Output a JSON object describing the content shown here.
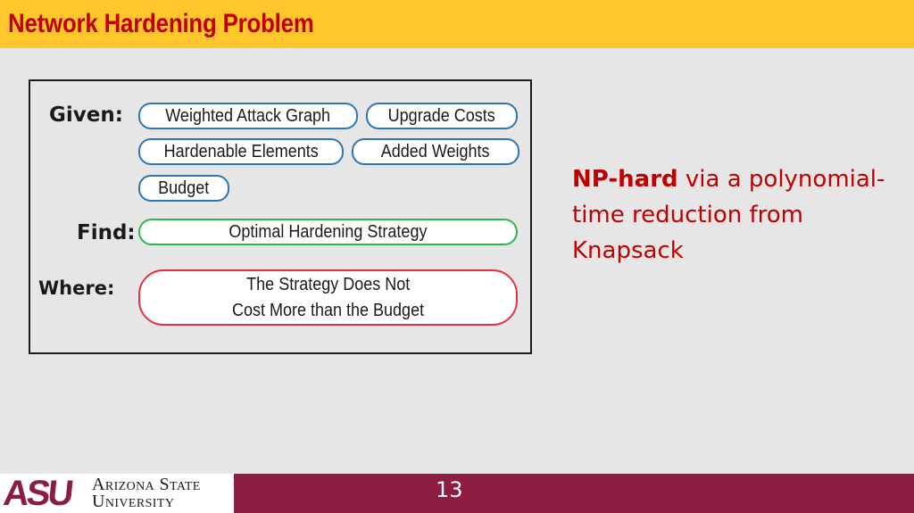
{
  "slide": {
    "title": "Network Hardening Problem",
    "page_number": "13"
  },
  "problem": {
    "given_label": "Given:",
    "given_items": [
      "Weighted Attack Graph",
      "Upgrade Costs",
      "Hardenable Elements",
      "Added Weights",
      "Budget"
    ],
    "find_label": "Find:",
    "find_value": "Optimal Hardening Strategy",
    "where_label": "Where:",
    "where_lines": [
      "The Strategy Does Not",
      "Cost More than the Budget"
    ]
  },
  "note": {
    "emphasis": "NP-hard",
    "text": " via a polynomial-time reduction from Knapsack"
  },
  "footer": {
    "logo_mark": "ASU",
    "logo_line1": "Arizona State",
    "logo_line2": "University"
  },
  "colors": {
    "title_bar": "#ffc72c",
    "title_text": "#c00000",
    "footer": "#8c1d40",
    "given_border": "#2e75b6",
    "find_border": "#2eb84b",
    "where_border": "#e8303a"
  }
}
